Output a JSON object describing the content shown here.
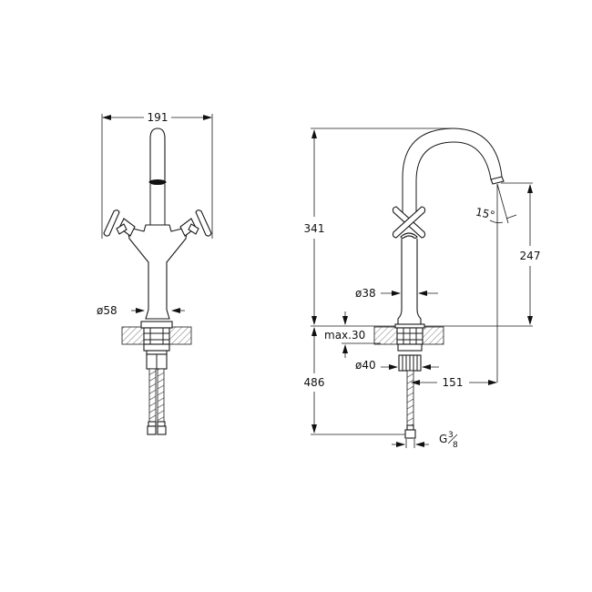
{
  "drawing": {
    "type": "technical-dimension-drawing",
    "subject": "basin mixer tap, two cross handles, front and side views",
    "line_color": "#1a1a1a",
    "background": "#ffffff"
  },
  "front_view": {
    "overall_width": "191",
    "base_diameter": "ø58"
  },
  "side_view": {
    "overall_height": "341",
    "spout_outlet_height": "247",
    "spout_angle": "15°",
    "body_diameter": "ø38",
    "counter_thickness": "max.30",
    "nut_diameter": "ø40",
    "hose_length": "486",
    "spout_reach": "151",
    "connection_thread_prefix": "G",
    "connection_thread_num": "3",
    "connection_thread_den": "8"
  }
}
